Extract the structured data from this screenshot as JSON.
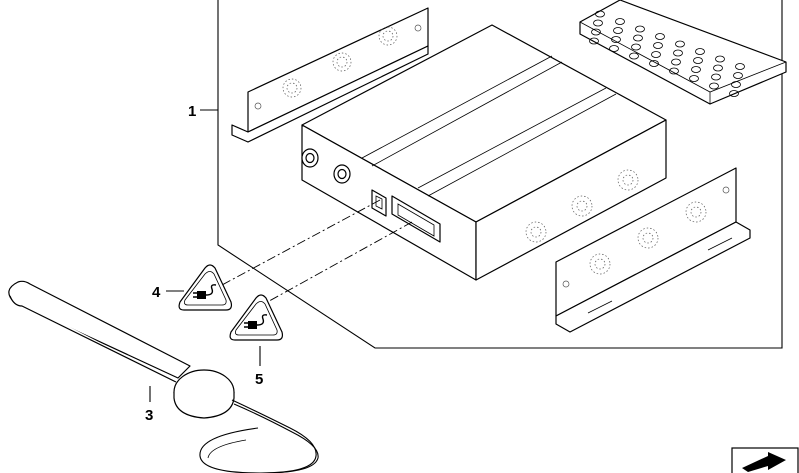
{
  "callouts": {
    "c1": "1",
    "c3": "3",
    "c4": "4",
    "c5": "5"
  },
  "colors": {
    "line": "#000000",
    "background": "#ffffff"
  },
  "icons": {
    "warning_triangle": "warning-triangle-icon",
    "plug_symbol": "plug-icon",
    "nav_arrow": "arrow-icon"
  }
}
